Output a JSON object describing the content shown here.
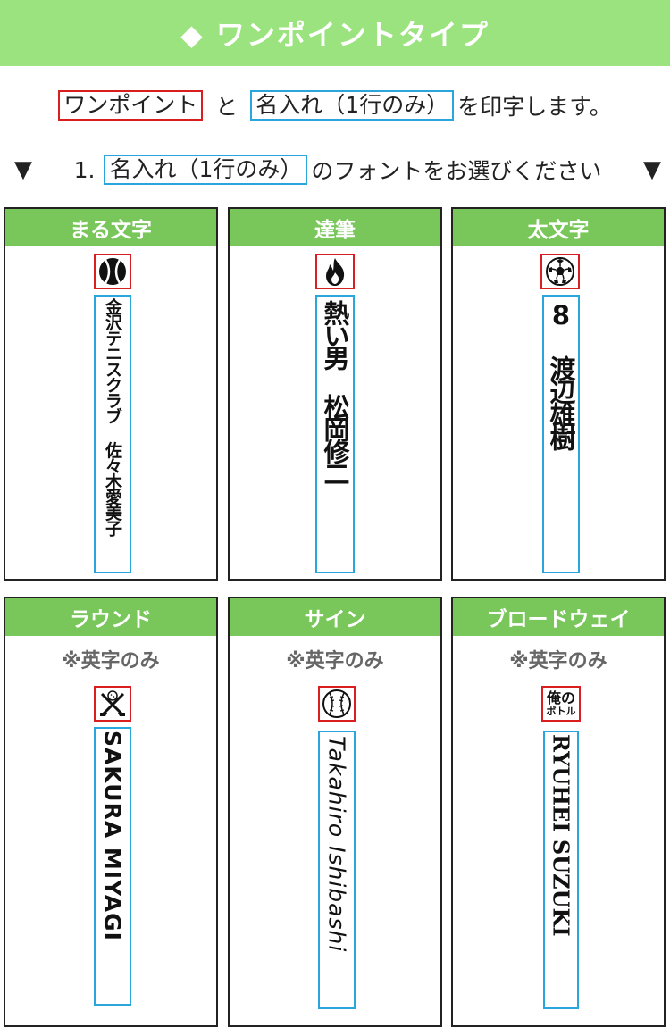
{
  "header": {
    "title": "◆ ワンポイントタイプ"
  },
  "intro": {
    "onepoint_label": "ワンポイント",
    "and": "と",
    "name_label": "名入れ（1行のみ）",
    "suffix": "を印字します。"
  },
  "instruction": {
    "left_marker": "▼",
    "number": "1.",
    "name_label": "名入れ（1行のみ）",
    "text": "のフォントをお選びください",
    "right_marker": "▼"
  },
  "fonts": [
    {
      "title": "まる文字",
      "icon": "tennis-ball-icon",
      "sample": "金沢テニスクラブ 佐々木愛美子"
    },
    {
      "title": "達筆",
      "icon": "flame-icon",
      "sample": "熱い男 松岡修二"
    },
    {
      "title": "太文字",
      "icon": "soccer-ball-icon",
      "sample": "8 渡辺雄樹"
    },
    {
      "title": "ラウンド",
      "note": "※英字のみ",
      "icon": "golf-icon",
      "sample": "SAKURA MIYAGI"
    },
    {
      "title": "サイン",
      "note": "※英字のみ",
      "icon": "baseball-icon",
      "sample": "Takahiro Ishibashi"
    },
    {
      "title": "ブロードウェイ",
      "note": "※英字のみ",
      "icon": "ore-no-bottle-logo",
      "logo_line1": "俺の",
      "logo_line2": "ボトル",
      "sample": "RYUHEI SUZUKI"
    }
  ],
  "colors": {
    "header_bg": "#9be37e",
    "card_title_bg": "#79c65a",
    "icon_border": "#d81e1e",
    "name_border": "#2aa6dd"
  }
}
